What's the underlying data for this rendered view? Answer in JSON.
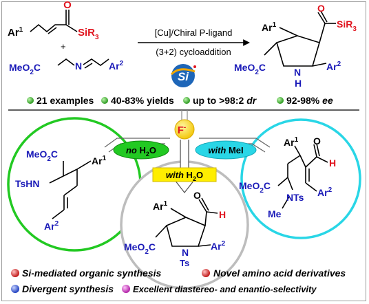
{
  "reaction": {
    "reactant_ar1": "Ar",
    "reactant_ar1_sup": "1",
    "reactant_si": "SiR",
    "reactant_si_sub": "3",
    "plus": "+",
    "imine_ester": "MeO",
    "imine_ester_sub": "2",
    "imine_ester_c": "C",
    "imine_n": "N",
    "imine_ar2": "Ar",
    "imine_ar2_sup": "2",
    "catalyst": "[Cu]/Chiral P-ligand",
    "condition": "(3+2) cycloaddition",
    "prod_ar1": "Ar",
    "prod_ar1_sup": "1",
    "prod_si": "SiR",
    "prod_si_sub": "3",
    "prod_ester": "MeO",
    "prod_ester_sub": "2",
    "prod_ester_c": "C",
    "prod_n": "N",
    "prod_h": "H",
    "prod_ar2": "Ar",
    "prod_ar2_sup": "2",
    "logo_text": "Si"
  },
  "stats": {
    "examples": "21 examples",
    "yields": "40-83% yields",
    "dr_prefix": "up to >98:2",
    "dr_italic": "dr",
    "ee_prefix": "92-98%",
    "ee_italic": "ee"
  },
  "fluoride": {
    "label": "F",
    "sup": "-"
  },
  "conditions": {
    "no_water_italic": "no",
    "no_water_h": "H",
    "no_water_sub": "2",
    "no_water_o": "O",
    "with_water_italic": "with",
    "with_water_h": "H",
    "with_water_sub": "2",
    "with_water_o": "O",
    "with_mei_italic": "with",
    "with_mei_rest": "MeI"
  },
  "left_product": {
    "ester": "MeO",
    "ester_sub": "2",
    "ester_c": "C",
    "tshn": "TsHN",
    "ar1": "Ar",
    "ar1_sup": "1",
    "ar2": "Ar",
    "ar2_sup": "2"
  },
  "center_product": {
    "o": "O",
    "h": "H",
    "ar1": "Ar",
    "ar1_sup": "1",
    "ester": "MeO",
    "ester_sub": "2",
    "ester_c": "C",
    "n": "N",
    "ts": "Ts",
    "ar2": "Ar",
    "ar2_sup": "2"
  },
  "right_product": {
    "o": "O",
    "h": "H",
    "ar1": "Ar",
    "ar1_sup": "1",
    "ester": "MeO",
    "ester_sub": "2",
    "ester_c": "C",
    "nts": "NTs",
    "me": "Me",
    "ar2": "Ar",
    "ar2_sup": "2"
  },
  "features": [
    "Si-mediated organic synthesis",
    "Novel amino acid derivatives",
    "Divergent synthesis",
    "Excellent diastereo- and enantio-selectivity"
  ],
  "colors": {
    "blue_text": "#1a1ab8",
    "red_text": "#e0141e",
    "green_circle": "#22c922",
    "cyan_circle": "#29d6e6",
    "gray_circle": "#bdbdbd",
    "yellow_box": "#ffee00",
    "green_bullet": "#3dbb2c",
    "red_bullet": "#e23a3a",
    "blue_bullet": "#3a5fe2",
    "pink_bullet": "#e04ad6"
  }
}
